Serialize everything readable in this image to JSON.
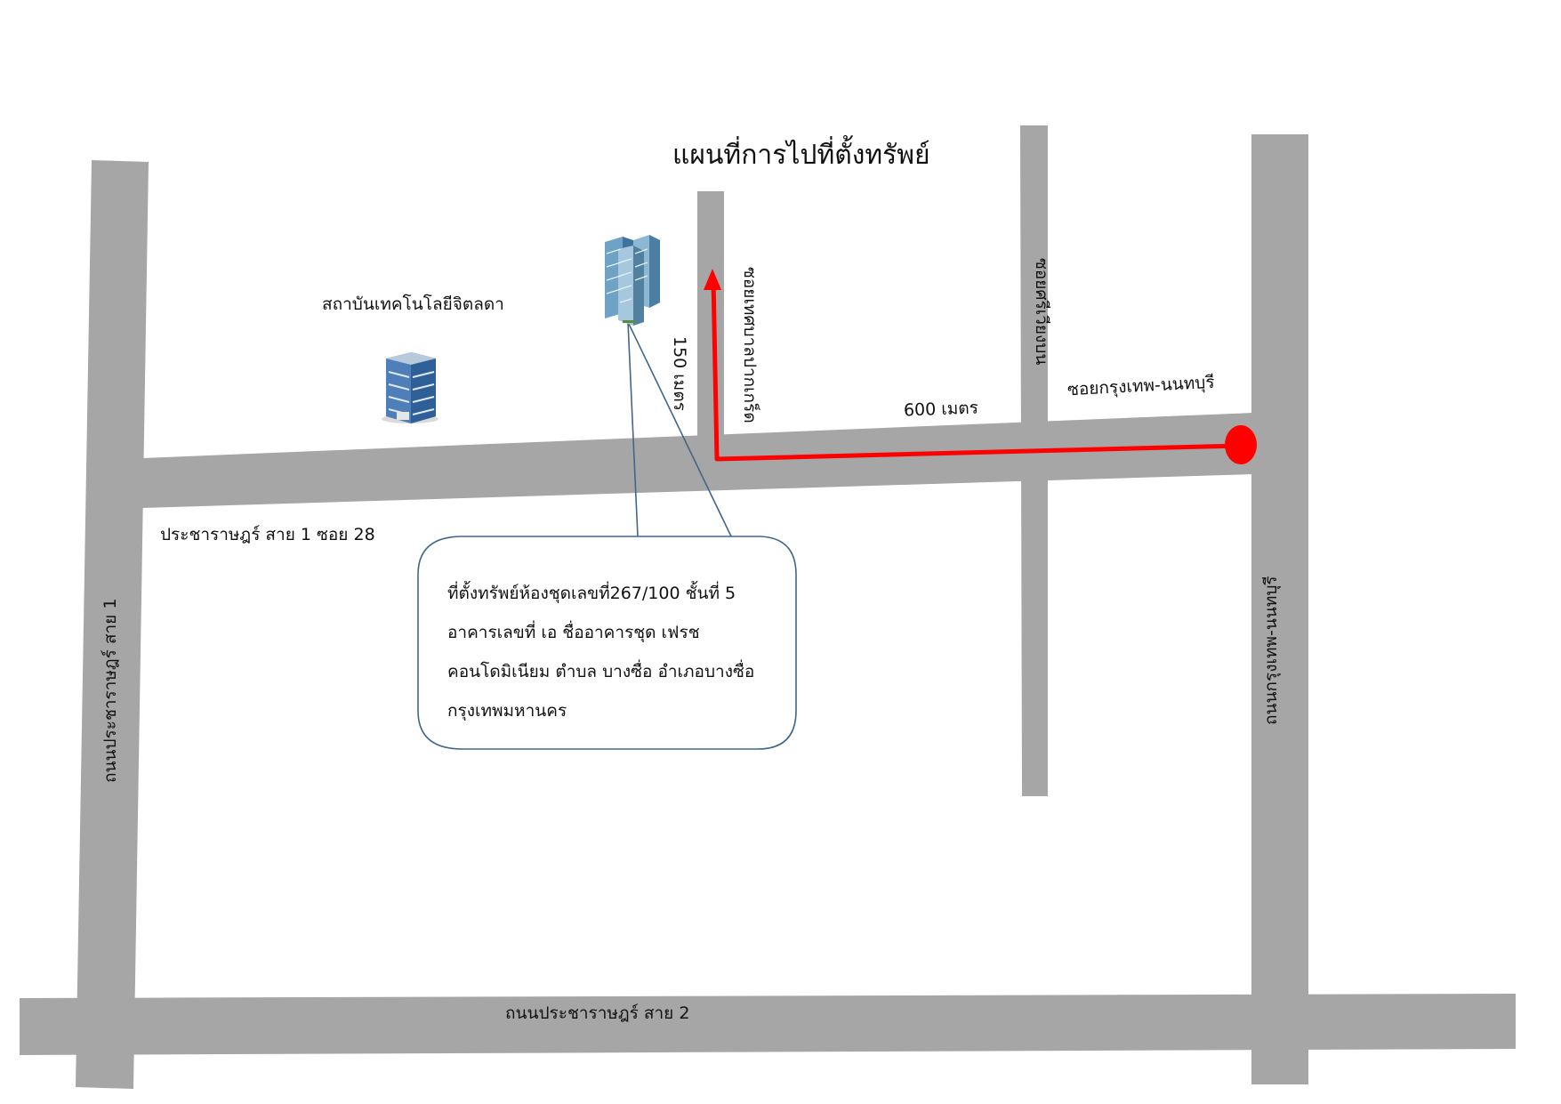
{
  "title": "แผนที่การไปที่ตั้งทรัพย์",
  "colors": {
    "road": "#a6a6a6",
    "route": "#ff0000",
    "callout_border": "#41668c",
    "pointer_line": "#41668c"
  },
  "icons": {
    "institute": "office-building-icon",
    "condominium": "condominium-towers-icon",
    "start_point": "red-dot-marker"
  },
  "labels": {
    "institute": "สถาบันเทคโนโลยีจิตลดา",
    "road_soi28": "ประชาราษฎร์ สาย 1 ซอย 28",
    "road_sai1": "ถนนประชาราษฎร์ สาย 1",
    "road_sai2": "ถนนประชาราษฎร์ สาย 2",
    "road_krungthep_nonthaburi": "ถนนกรุงเทพ-นนทบุรี",
    "soi_krungthep_nonthaburi": "ซอยกรุงเทพ-นนทบุรี",
    "dist_600": "600  เมตร",
    "dist_150": "150 เมตร",
    "soi_a": "ซอยเทศบาลปากเกร็ด",
    "soi_b": "ซอยศรีเวียงบน"
  },
  "callout": {
    "lines": [
      "ที่ตั้งทรัพย์ห้องชุดเลขที่267/100 ชั้นที่ 5",
      "อาคารเลขที่ เอ  ชื่ออาคารชุด เฟรช",
      "คอนโดมิเนียม ตำบล บางซื่อ อำเภอบางซื่อ",
      "กรุงเทพมหานคร"
    ]
  }
}
